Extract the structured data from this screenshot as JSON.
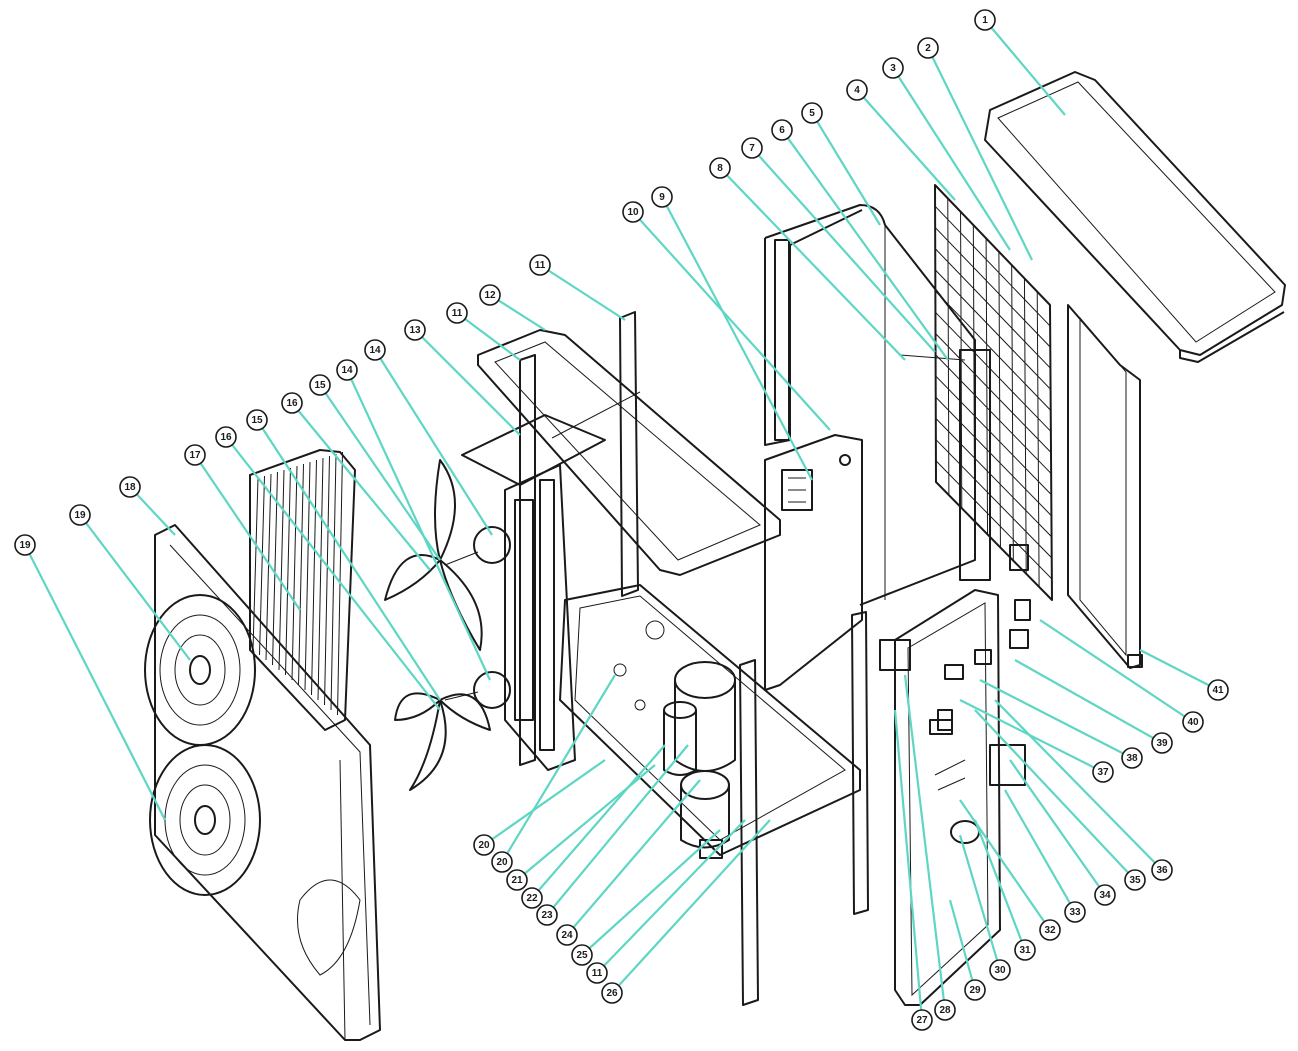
{
  "diagram": {
    "colors": {
      "line": "#1a1a1a",
      "leader": "#5ed6c4",
      "background": "#ffffff"
    },
    "callouts": [
      {
        "id": "c1",
        "label": "1"
      },
      {
        "id": "c2",
        "label": "2"
      },
      {
        "id": "c3",
        "label": "3"
      },
      {
        "id": "c4",
        "label": "4"
      },
      {
        "id": "c5",
        "label": "5"
      },
      {
        "id": "c6",
        "label": "6"
      },
      {
        "id": "c7",
        "label": "7"
      },
      {
        "id": "c8",
        "label": "8"
      },
      {
        "id": "c9",
        "label": "9"
      },
      {
        "id": "c10",
        "label": "10"
      },
      {
        "id": "c11a",
        "label": "11"
      },
      {
        "id": "c11b",
        "label": "11"
      },
      {
        "id": "c12",
        "label": "12"
      },
      {
        "id": "c13",
        "label": "13"
      },
      {
        "id": "c14a",
        "label": "14"
      },
      {
        "id": "c14b",
        "label": "14"
      },
      {
        "id": "c15a",
        "label": "15"
      },
      {
        "id": "c15b",
        "label": "15"
      },
      {
        "id": "c16a",
        "label": "16"
      },
      {
        "id": "c16b",
        "label": "16"
      },
      {
        "id": "c17",
        "label": "17"
      },
      {
        "id": "c18",
        "label": "18"
      },
      {
        "id": "c19a",
        "label": "19"
      },
      {
        "id": "c19b",
        "label": "19"
      },
      {
        "id": "c20a",
        "label": "20"
      },
      {
        "id": "c20b",
        "label": "20"
      },
      {
        "id": "c21",
        "label": "21"
      },
      {
        "id": "c22",
        "label": "22"
      },
      {
        "id": "c23",
        "label": "23"
      },
      {
        "id": "c24",
        "label": "24"
      },
      {
        "id": "c25",
        "label": "25"
      },
      {
        "id": "c11c",
        "label": "11"
      },
      {
        "id": "c26",
        "label": "26"
      },
      {
        "id": "c27",
        "label": "27"
      },
      {
        "id": "c28",
        "label": "28"
      },
      {
        "id": "c29",
        "label": "29"
      },
      {
        "id": "c30",
        "label": "30"
      },
      {
        "id": "c31",
        "label": "31"
      },
      {
        "id": "c32",
        "label": "32"
      },
      {
        "id": "c33",
        "label": "33"
      },
      {
        "id": "c34",
        "label": "34"
      },
      {
        "id": "c35",
        "label": "35"
      },
      {
        "id": "c36",
        "label": "36"
      },
      {
        "id": "c37",
        "label": "37"
      },
      {
        "id": "c38",
        "label": "38"
      },
      {
        "id": "c39",
        "label": "39"
      },
      {
        "id": "c40",
        "label": "40"
      },
      {
        "id": "c41",
        "label": "41"
      }
    ]
  }
}
